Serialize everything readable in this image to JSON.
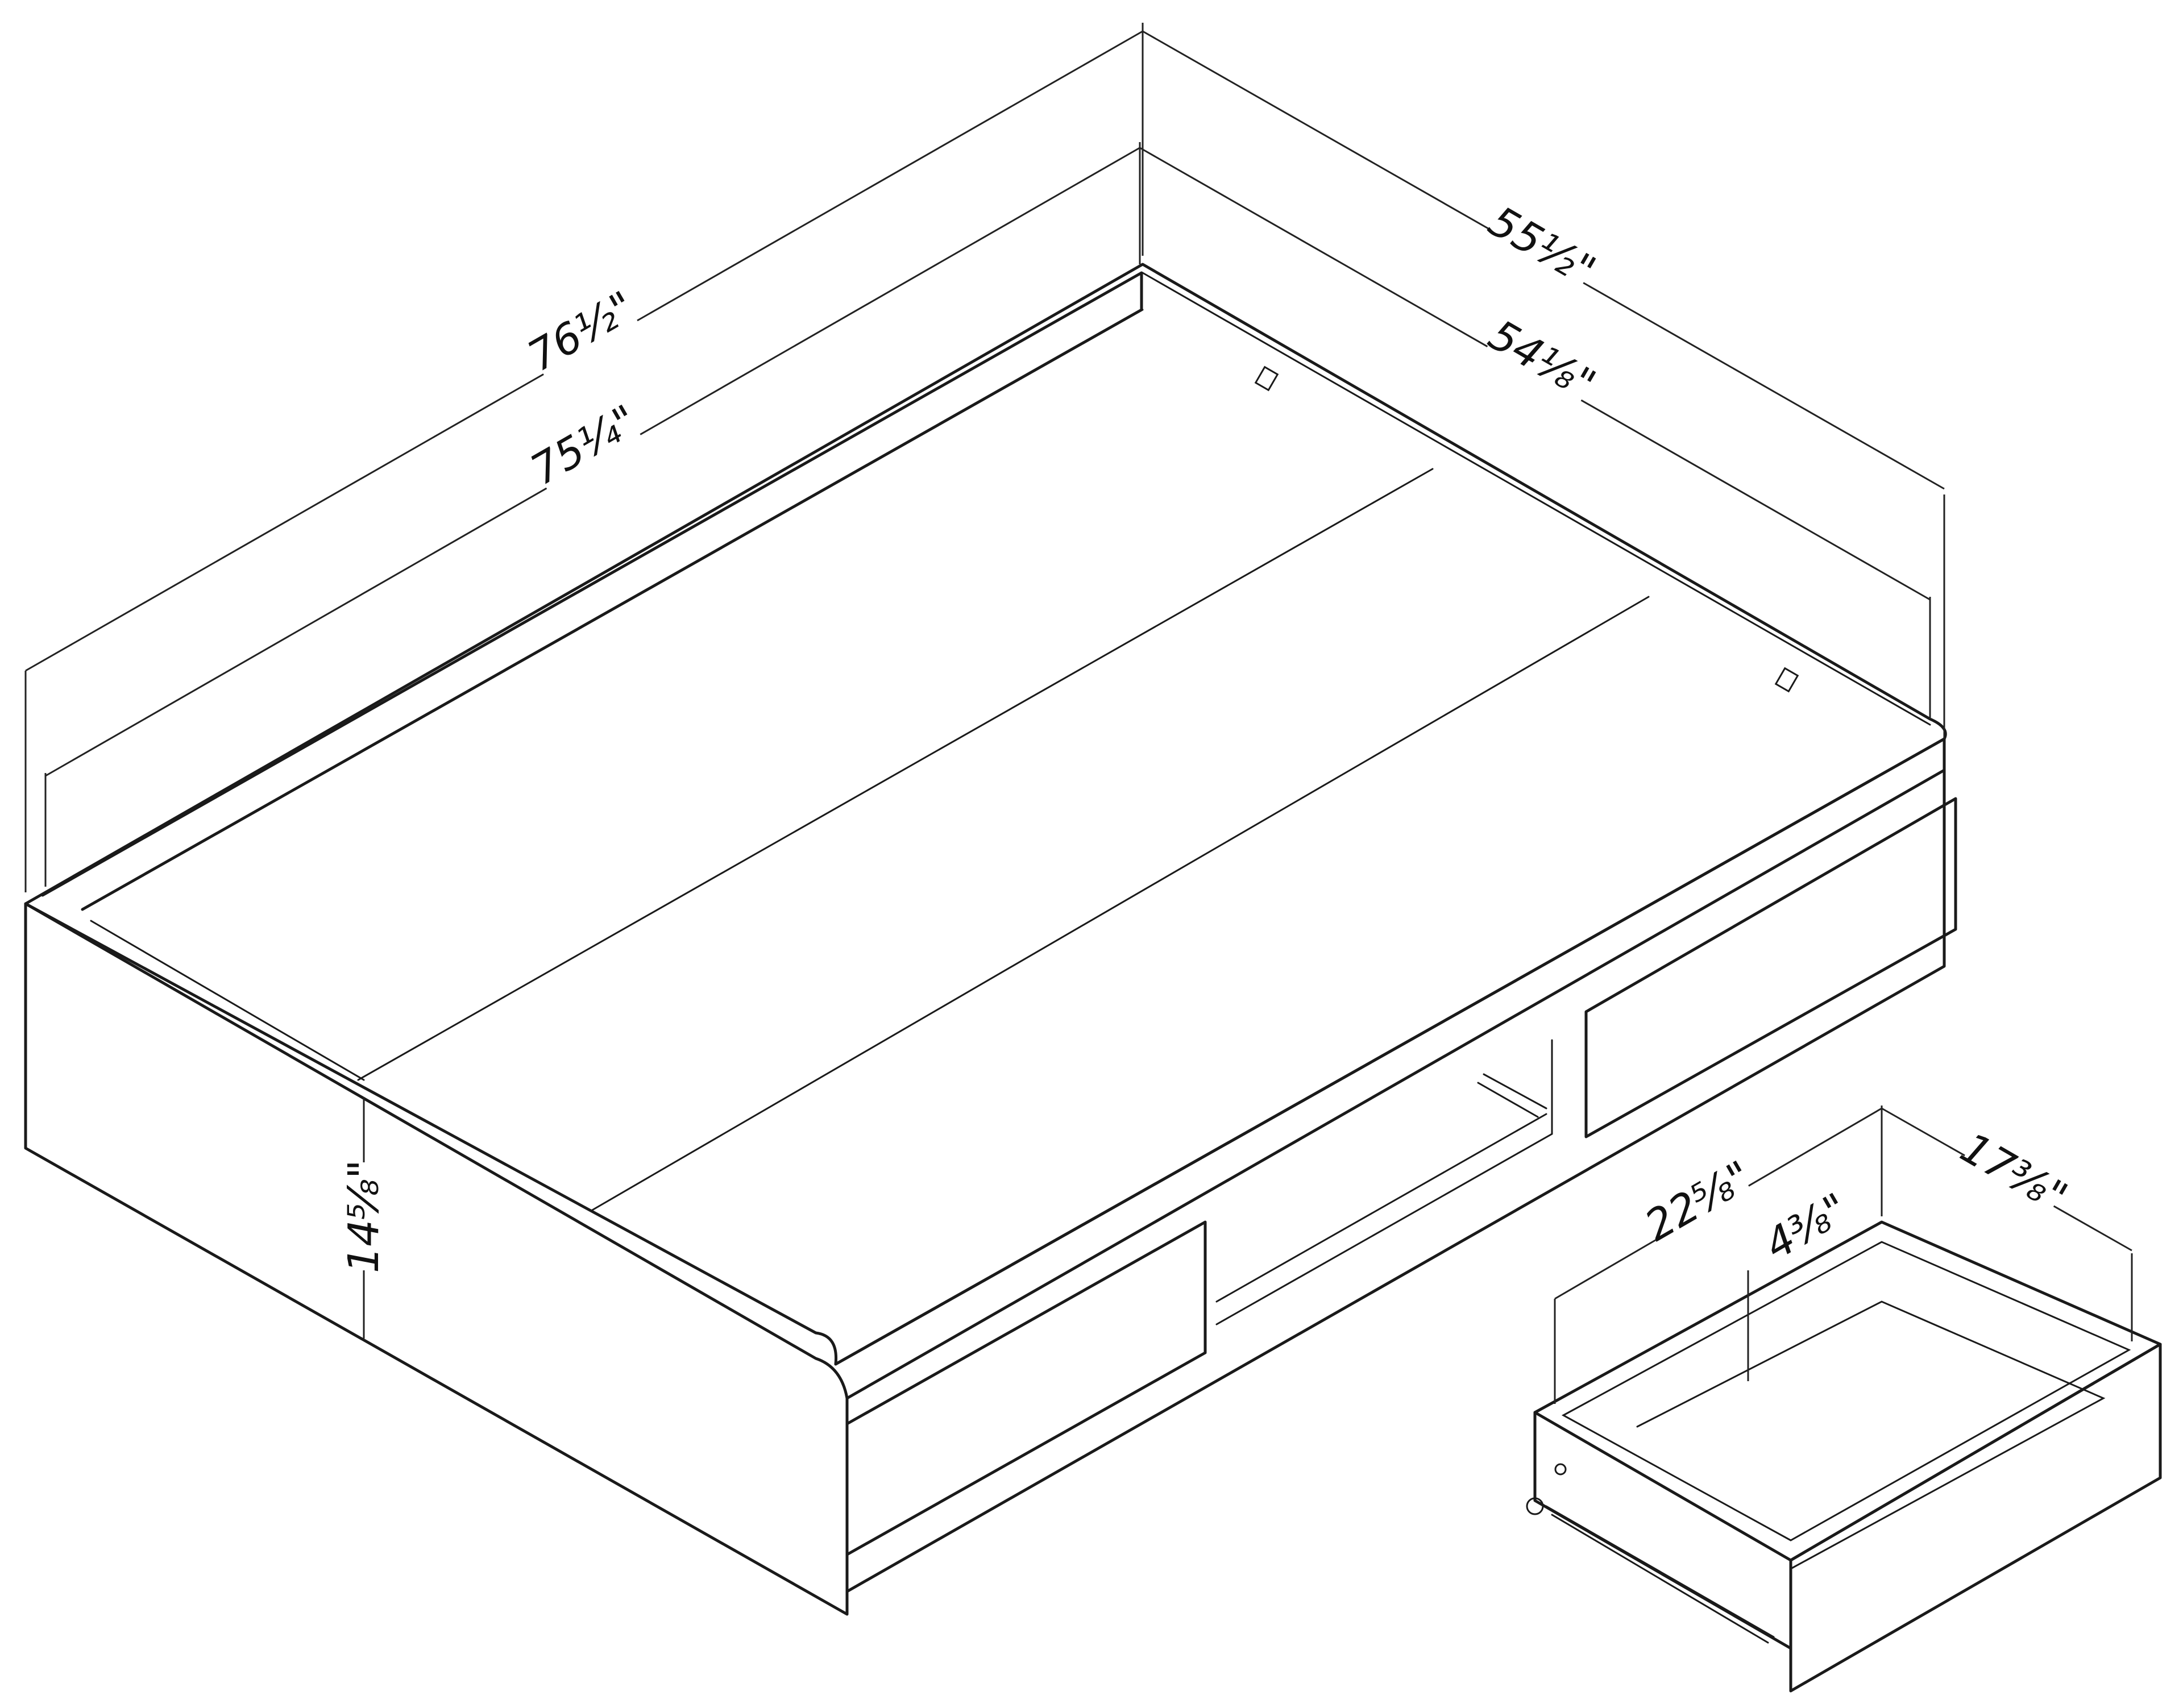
{
  "dimensions": {
    "overall_length": "76½\"",
    "inner_length": "75¼\"",
    "overall_width": "55½\"",
    "inner_width": "54⅛\"",
    "height": "14⅝\"",
    "drawer_depth": "22⅝\"",
    "drawer_height": "4⅜\"",
    "drawer_width": "17⅜\""
  },
  "colors": {
    "line": "#1a1a1a",
    "background": "#ffffff"
  }
}
